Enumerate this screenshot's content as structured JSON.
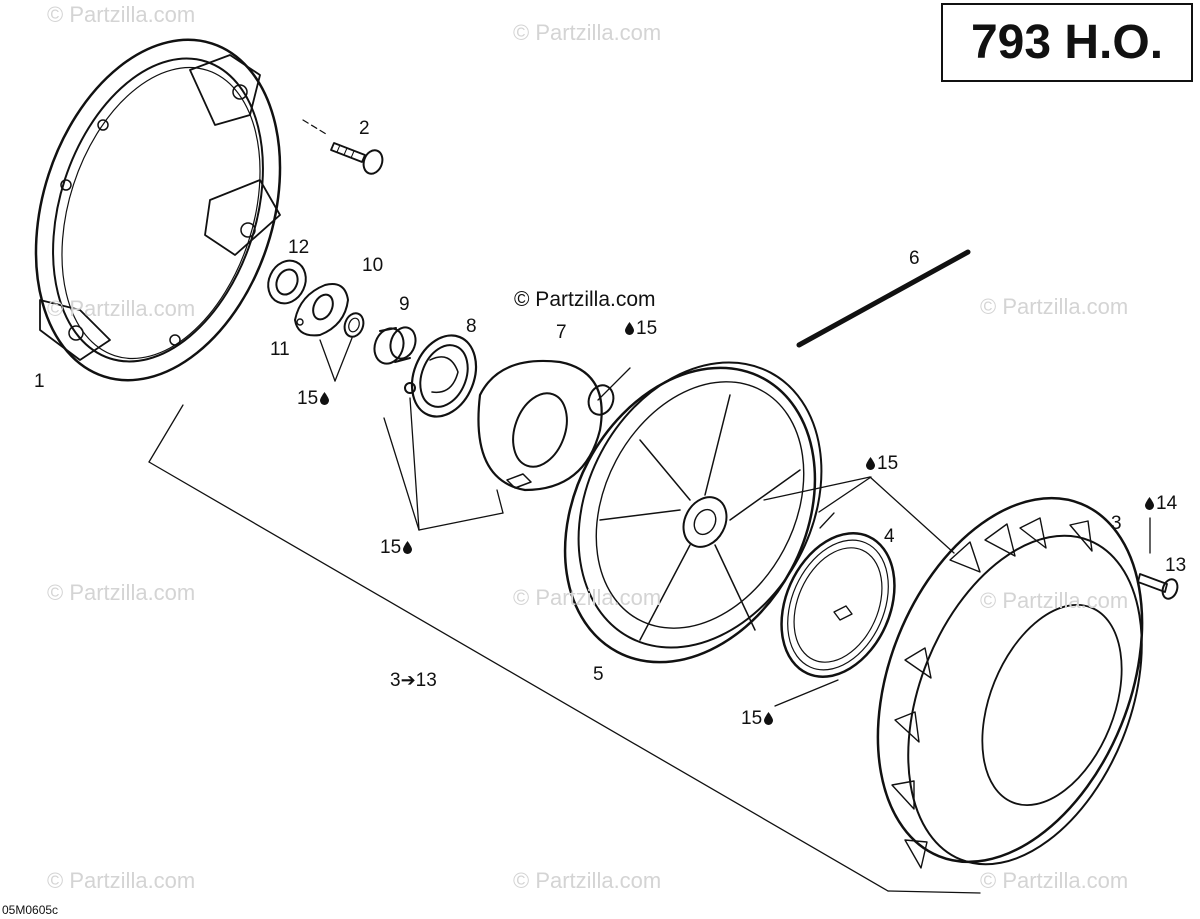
{
  "model_label": "793 H.O.",
  "reference_code": "05M0605c",
  "watermark_text": "© Partzilla.com",
  "center_watermark": "© Partzilla.com",
  "callouts": {
    "c1": "1",
    "c2": "2",
    "c3": "3",
    "c4": "4",
    "c5": "5",
    "c6": "6",
    "c7": "7",
    "c8": "8",
    "c9": "9",
    "c10": "10",
    "c11": "11",
    "c12": "12",
    "c13": "13",
    "c14": "14",
    "c15_a": "15",
    "c15_b": "15",
    "c15_c": "15",
    "c15_d": "15",
    "c15_e": "15",
    "range_from": "3",
    "range_to": "13"
  },
  "colors": {
    "line": "#111111",
    "watermark": "#d4d4d4",
    "background": "#ffffff"
  },
  "icons": {
    "lubricant": "oil-drop-icon",
    "range": "right-arrow-icon"
  }
}
